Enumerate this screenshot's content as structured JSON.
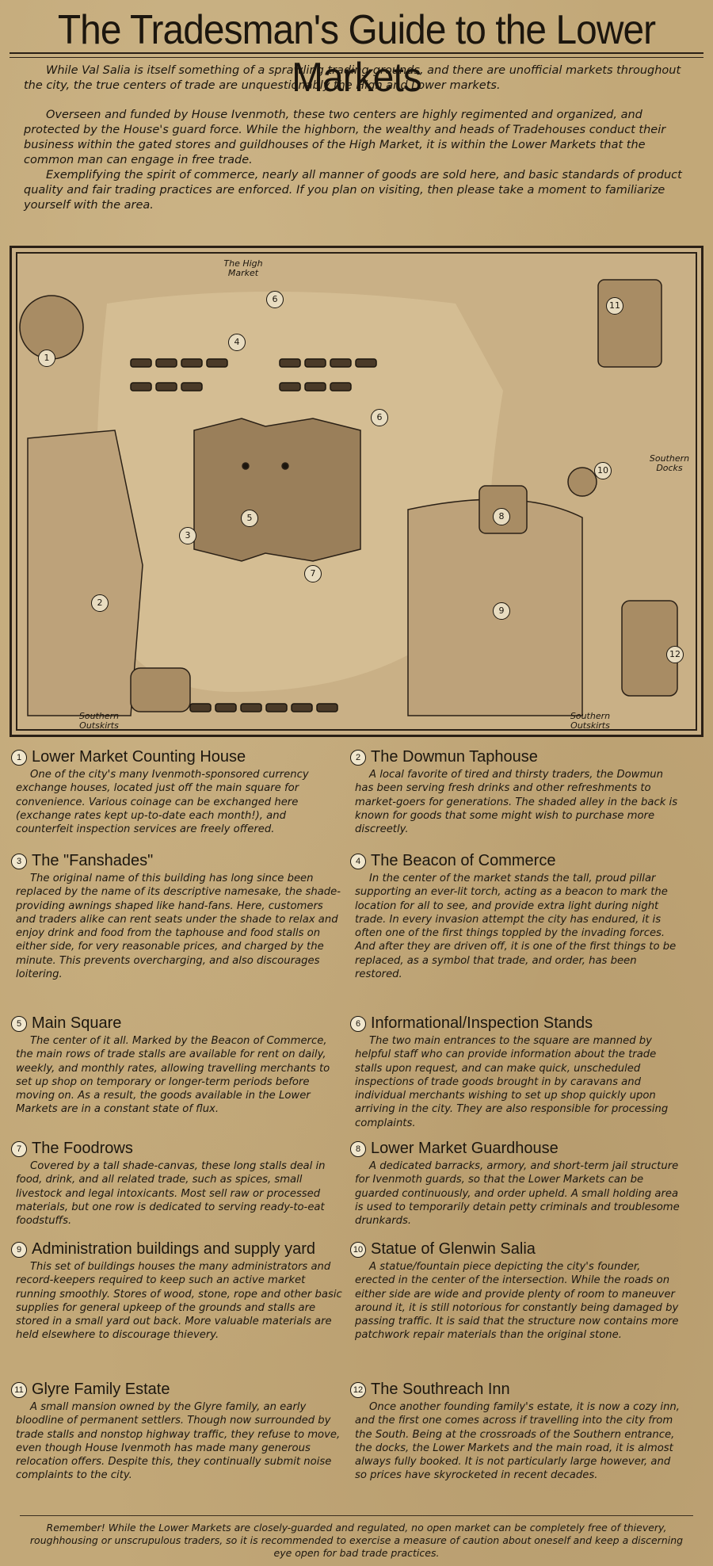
{
  "title": "The Tradesman's Guide to the Lower Markets",
  "intro": [
    "While Val Salia is itself something of a sprawling trading-grounds, and there are unofficial markets throughout the city, the true centers of trade are unquestionably the High and Lower markets.",
    "Overseen and funded by House Ivenmoth, these two centers are highly regimented and organized, and protected by the House's guard force. While the highborn, the wealthy and heads of Tradehouses conduct their business within the gated stores and guildhouses of the High Market, it is within the Lower Markets that the common man can engage in free trade.",
    "Exemplifying the spirit of commerce, nearly all manner of goods are sold here, and basic standards of product quality and fair trading practices are enforced. If you plan on visiting, then please take a moment to familiarize yourself with the area."
  ],
  "map": {
    "labels": {
      "high_market": "The High Market",
      "southern_docks": "Southern Docks",
      "southern_outskirts_left": "Southern Outskirts",
      "southern_outskirts_right": "Southern Outskirts"
    },
    "markers": [
      "1",
      "2",
      "3",
      "4",
      "5",
      "6",
      "6",
      "7",
      "8",
      "9",
      "10",
      "11",
      "12"
    ]
  },
  "sections": [
    {
      "num": "1",
      "title": "Lower Market Counting House",
      "body": "One of the city's many Ivenmoth-sponsored currency exchange houses, located just off the main square for convenience. Various coinage can be exchanged here (exchange rates kept up-to-date each month!), and counterfeit inspection services are freely offered."
    },
    {
      "num": "2",
      "title": "The Dowmun Taphouse",
      "body": "A local favorite of tired and thirsty traders, the Dowmun has been serving fresh drinks and other refreshments to market-goers for generations. The shaded alley in the back is known for goods that some might wish to purchase more discreetly."
    },
    {
      "num": "3",
      "title": "The \"Fanshades\"",
      "body": "The original name of this building has long since been replaced by the name of its descriptive namesake, the shade-providing awnings shaped like hand-fans. Here, customers and traders alike can rent seats under the shade to relax and enjoy drink and food from the taphouse and food stalls on either side, for very reasonable prices, and charged by the minute. This prevents overcharging, and also discourages loitering."
    },
    {
      "num": "4",
      "title": "The Beacon of Commerce",
      "body": "In the center of the market stands the tall, proud pillar supporting an ever-lit torch, acting as a beacon to mark the location for all to see, and provide extra light during night trade. In every invasion attempt the city has endured, it is often one of the first things toppled by the invading forces. And after they are driven off, it is one of the first things to be replaced, as a symbol that trade, and order, has been restored."
    },
    {
      "num": "5",
      "title": "Main Square",
      "body": "The center of it all. Marked by the Beacon of Commerce, the main rows of trade stalls are available for rent on daily, weekly, and monthly rates, allowing travelling merchants to set up shop on temporary or longer-term periods before moving on. As a result, the goods available in the Lower Markets are in a constant state of flux."
    },
    {
      "num": "6",
      "title": "Informational/Inspection Stands",
      "body": "The two main entrances to the square are manned by helpful staff who can provide information about the trade stalls upon request, and can make quick, unscheduled inspections of trade goods brought in by caravans and individual merchants wishing to set up shop quickly upon arriving in the city. They are also responsible for processing complaints."
    },
    {
      "num": "7",
      "title": "The Foodrows",
      "body": "Covered by a tall shade-canvas, these long stalls deal in food, drink, and all related trade, such as spices, small livestock and legal intoxicants. Most sell raw or processed materials, but one row is dedicated to serving ready-to-eat foodstuffs."
    },
    {
      "num": "8",
      "title": "Lower Market Guardhouse",
      "body": "A dedicated barracks, armory, and short-term jail structure for Ivenmoth guards, so that the Lower Markets can be guarded continuously, and order upheld. A small holding area is used to temporarily detain petty criminals and troublesome drunkards."
    },
    {
      "num": "9",
      "title": "Administration buildings and supply yard",
      "body": "This set of buildings houses the many administrators and record-keepers required to keep such an active market running smoothly. Stores of wood, stone, rope and other basic supplies for general upkeep of the grounds and stalls are stored in a small yard out back. More valuable materials are held elsewhere to discourage thievery."
    },
    {
      "num": "10",
      "title": "Statue of Glenwin Salia",
      "body": "A statue/fountain piece depicting the city's founder, erected in the center of the intersection. While the roads on either side are wide and provide plenty of room to maneuver around it, it is still notorious for constantly being damaged by passing traffic. It is said that the structure now contains more patchwork repair materials than the original stone."
    },
    {
      "num": "11",
      "title": "Glyre Family Estate",
      "body": "A small mansion owned by the Glyre family, an early bloodline of permanent settlers. Though now surrounded by trade stalls and nonstop highway traffic, they refuse to move, even though House Ivenmoth has made many generous relocation offers. Despite this, they continually submit noise complaints to the city."
    },
    {
      "num": "12",
      "title": "The Southreach Inn",
      "body": "Once another founding family's estate, it is now a cozy inn, and the first one comes across if travelling into the city from the South. Being at the crossroads of the Southern entrance, the docks, the Lower Markets and the main road, it is almost always fully booked. It is not particularly large however, and so prices have skyrocketed in recent decades."
    }
  ],
  "footer": "Remember! While the Lower Markets are closely-guarded and regulated, no open market can be completely free of thievery, roughhousing or unscrupulous traders, so it is recommended to exercise a measure of caution about oneself and keep a discerning eye open for bad trade practices."
}
